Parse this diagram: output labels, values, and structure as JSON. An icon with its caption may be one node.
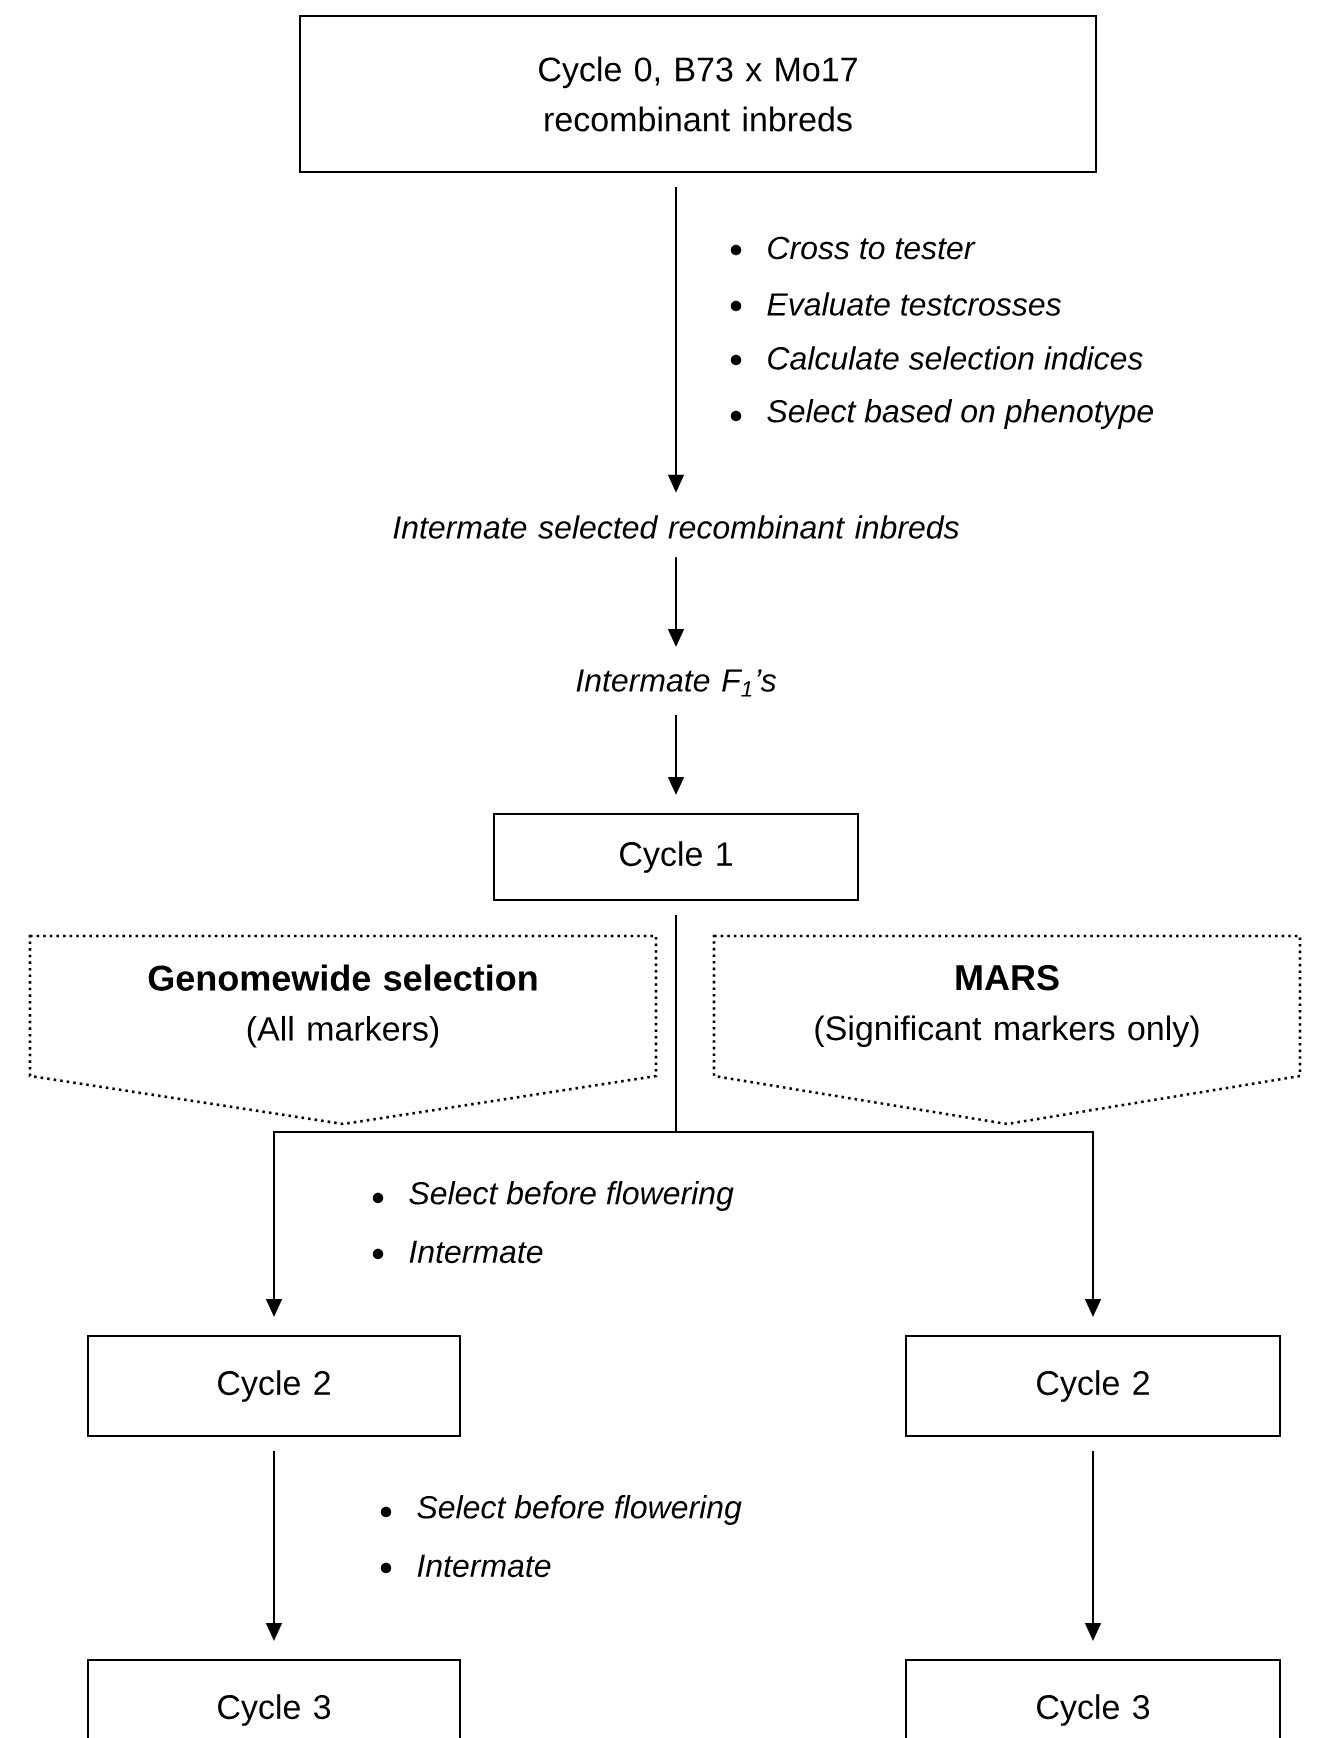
{
  "diagram": {
    "nodes": [
      {
        "text": [
          "Cycle 0, B73 x Mo17 recombinant inbreds"
        ]
      },
      {
        "text": [
          "Intermate selected recombinant inbreds"
        ]
      },
      {
        "text": [
          "Intermate F$_{1}$’s"
        ]
      },
      {
        "text": [
          "Cycle 1"
        ]
      },
      {
        "text": [
          "Genomewide selection",
          "(All markers)"
        ]
      },
      {
        "text": [
          "MARS",
          "(Significant markers only)"
        ]
      },
      {
        "text": [
          "Cycle 2"
        ]
      },
      {
        "text": [
          "Cycle 2"
        ]
      },
      {
        "text": [
          "Cycle 3"
        ]
      },
      {
        "text": [
          "Cycle 3"
        ]
      }
    ],
    "edges": [
      {
        "from": 0,
        "to": 1,
        "arrow": "to"
      },
      {
        "from": 1,
        "to": 2,
        "arrow": "to"
      },
      {
        "from": 2,
        "to": 3,
        "arrow": "to"
      },
      {
        "from": 3,
        "to": 6,
        "arrow": "to"
      },
      {
        "from": 3,
        "to": 7,
        "arrow": "to"
      },
      {
        "from": 6,
        "to": 8,
        "arrow": "to"
      },
      {
        "from": 7,
        "to": 9,
        "arrow": "to"
      }
    ],
    "labels": [
      "Cross to tester",
      "Evaluate testcrosses",
      "Calculate selection indices",
      "Select based on phenotype",
      "Select before flowering",
      "Intermate",
      "Select before flowering",
      "Intermate"
    ]
  }
}
